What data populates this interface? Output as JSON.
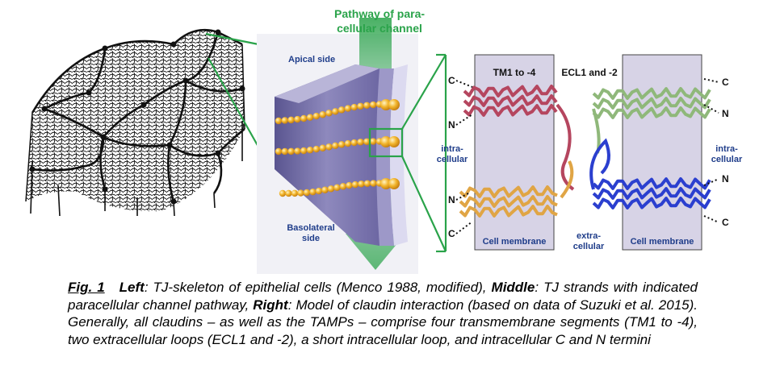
{
  "middle": {
    "pathway_line1": "Pathway of para-",
    "pathway_line2": "cellular channel",
    "apical": "Apical side",
    "basolateral_line1": "Basolateral",
    "basolateral_line2": "side"
  },
  "right": {
    "tm_label": "TM1 to -4",
    "ecl_label": "ECL1 and -2",
    "terminals": {
      "c": "C",
      "n": "N"
    },
    "intra_left_1": "intra-",
    "intra_left_2": "cellular",
    "intra_right_1": "intra-",
    "intra_right_2": "cellular",
    "extra_1": "extra-",
    "extra_2": "cellular",
    "membrane_left": "Cell membrane",
    "membrane_right": "Cell membrane"
  },
  "colors": {
    "pathway_green": "#2aa34a",
    "label_blue": "#1f3d8a",
    "membrane_fill": "#d7d3e6",
    "strand_orange": "#f2a623",
    "helix_red": "#b5465f",
    "helix_green": "#8fb87a",
    "helix_orange": "#e0a545",
    "helix_blue": "#2b3fcf"
  },
  "caption": {
    "fig": "Fig. 1",
    "left_kw": "Left",
    "left_text": ": TJ-skeleton of epithelial cells (Menco 1988, modified), ",
    "middle_kw": "Middle",
    "middle_text": ": TJ strands with indicated paracellular channel pathway, ",
    "right_kw": "Right",
    "right_text": ": Model of claudin interaction (based on data of Suzuki et al. 2015). Generally, all claudins – as well as the TAMPs – comprise four transmembrane segments (TM1 to -4), two extracellular loops (ECL1 and -2), a short intracellular loop, and intracellular C and N termini"
  }
}
